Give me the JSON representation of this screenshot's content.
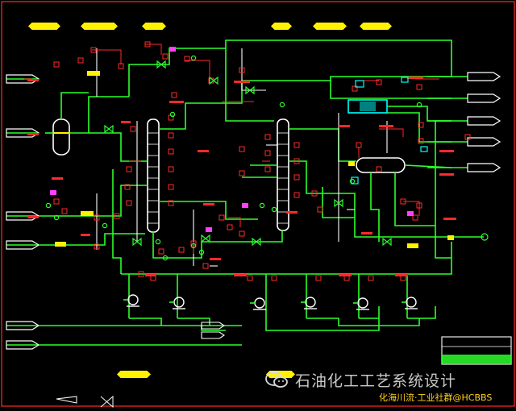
{
  "palette": {
    "background": "#000000",
    "process_line": "#2cff2c",
    "utility_line": "#ffffff",
    "signal_line": "#ff2a2a",
    "instrument_bubble": "#ff2a2a",
    "stream_label": "#fff200",
    "highlight": "#00ffff",
    "magenta_tag": "#ff40ff",
    "title_frame": "#ff2a2a"
  },
  "equipment": {
    "drum_left": "vertical-vessel",
    "column_1": "distillation-column",
    "column_2": "distillation-column",
    "exchanger_top": "heat-exchanger",
    "receiver_right": "horizontal-drum",
    "pumps": [
      "pump",
      "pump",
      "pump",
      "pump",
      "pump",
      "pump"
    ]
  },
  "watermark": {
    "logo_icon": "wechat-icon",
    "text": "石油化工工艺系统设计"
  },
  "credit": {
    "text": "化海川流·工业社群@HCBBS"
  }
}
